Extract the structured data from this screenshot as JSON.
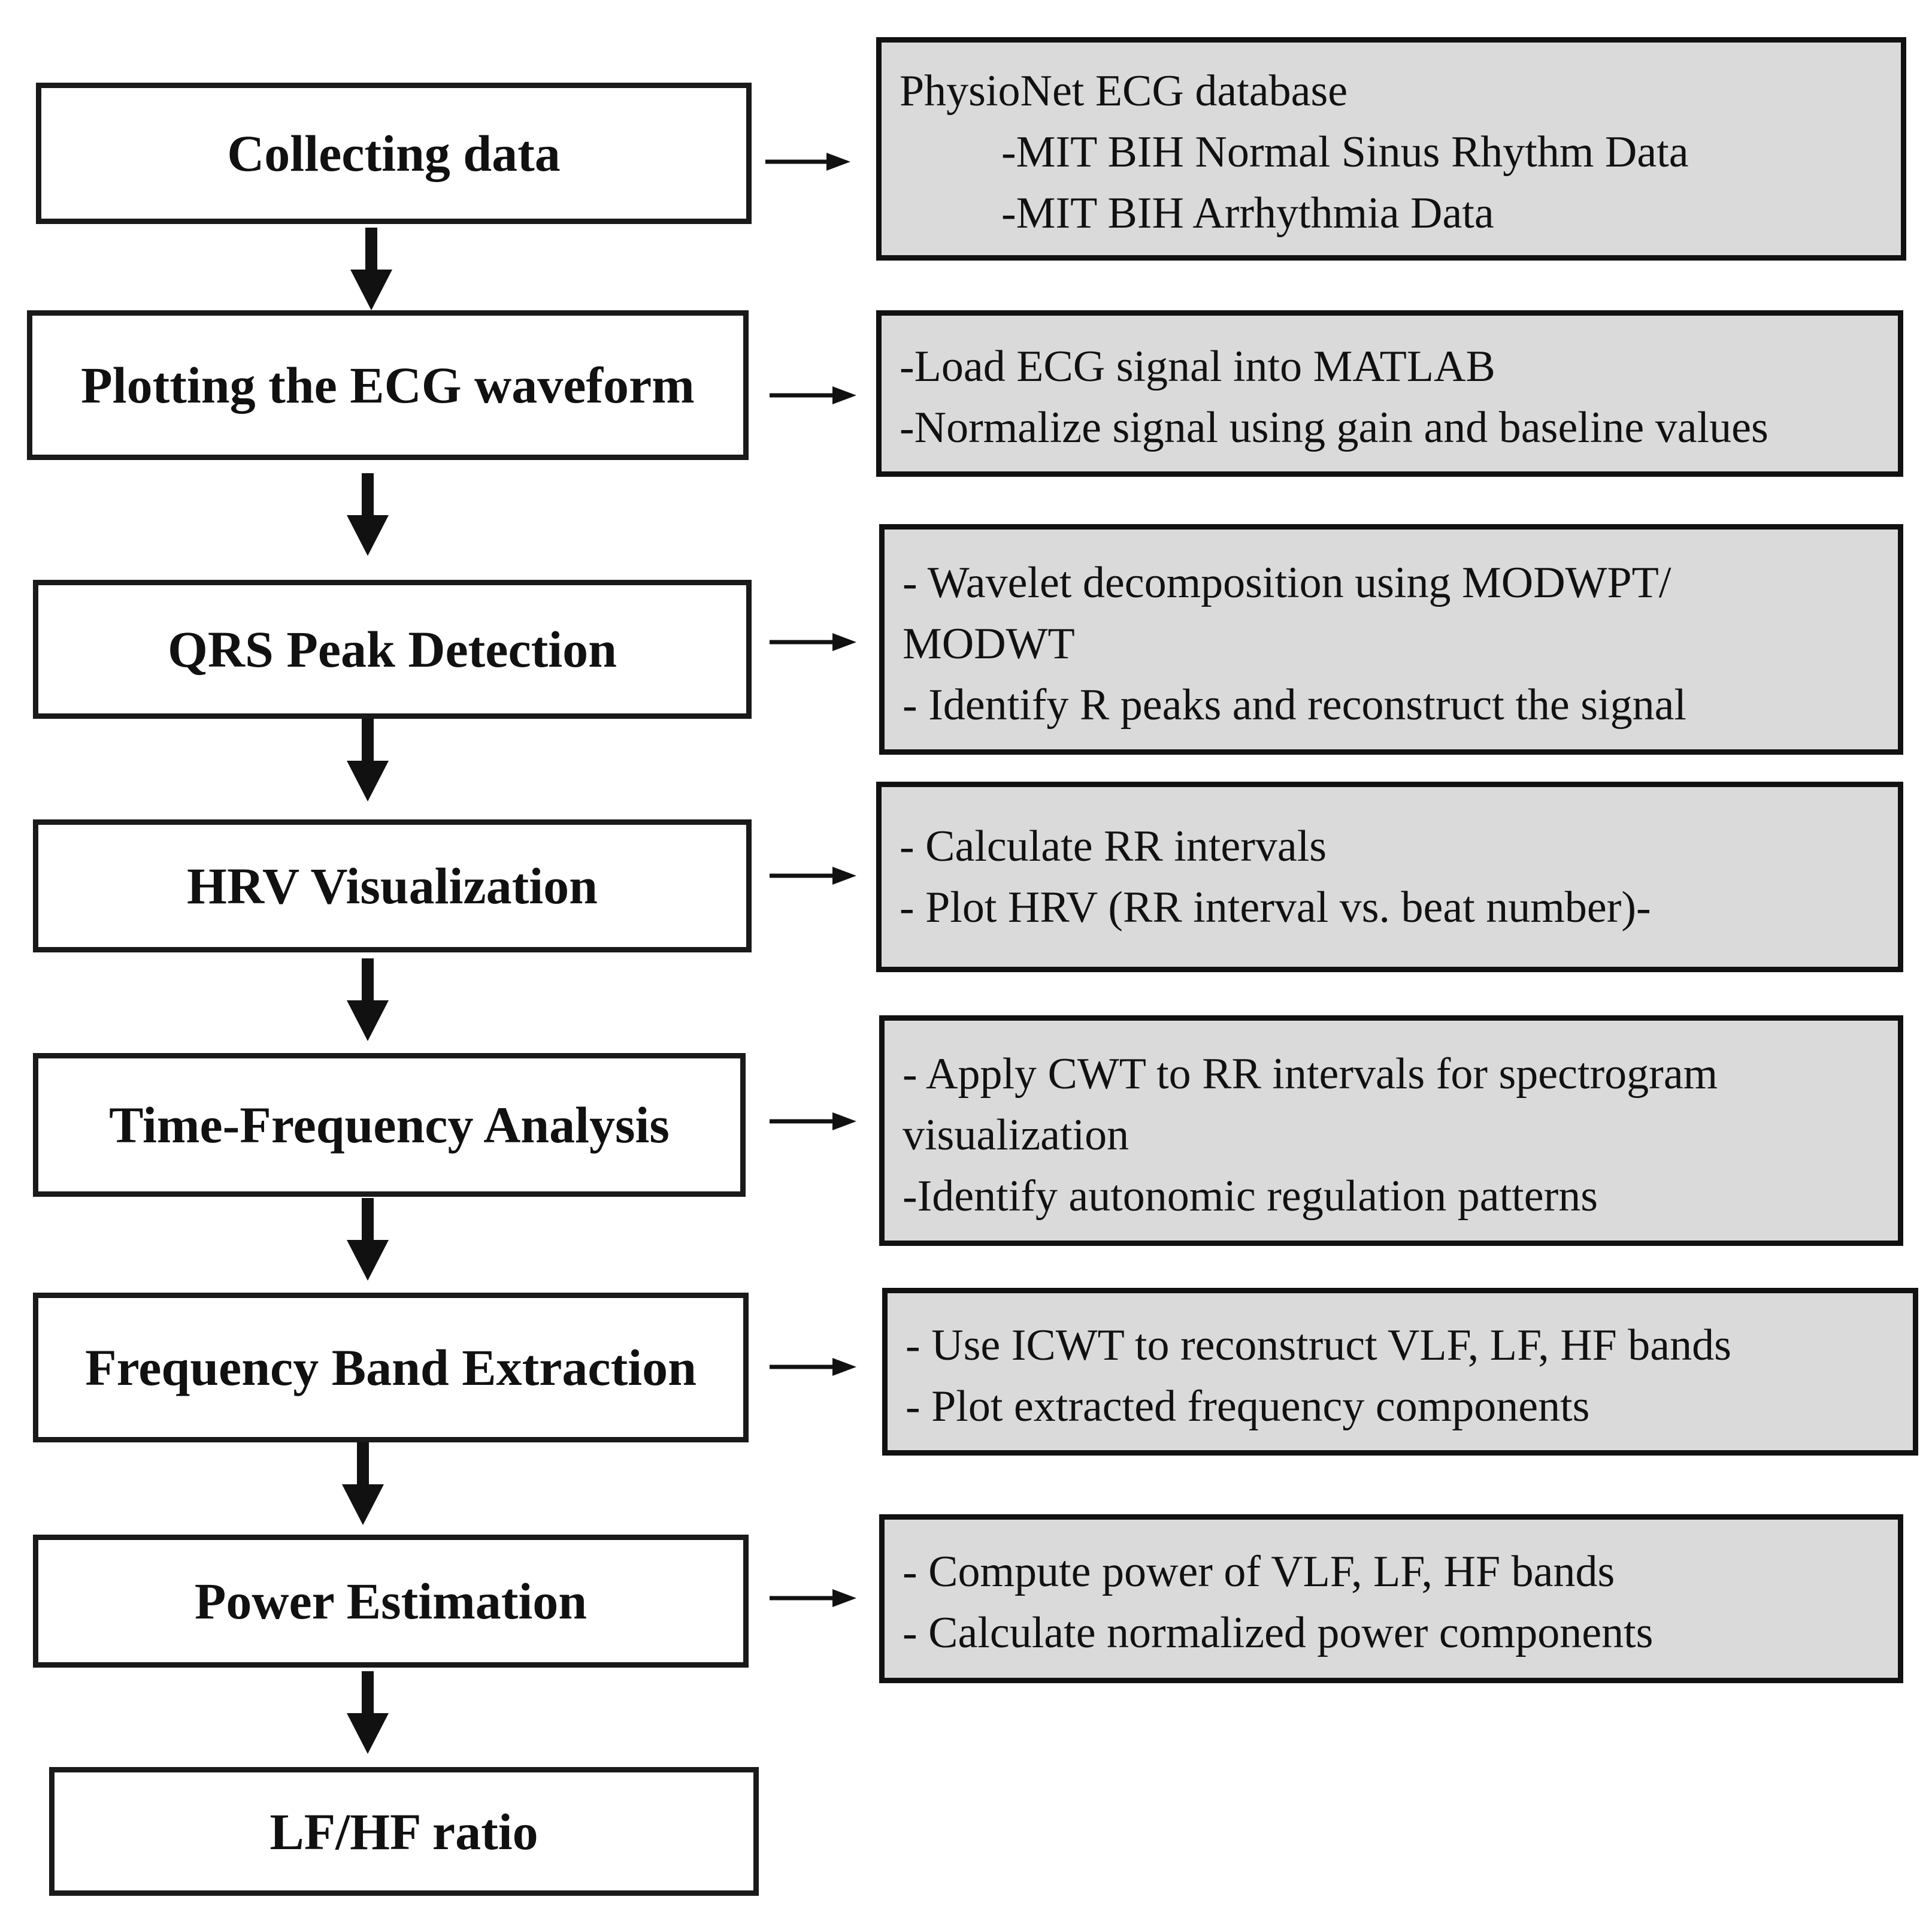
{
  "steps": [
    "Collecting data",
    "Plotting the ECG waveform",
    "QRS Peak Detection",
    "HRV Visualization",
    "Time-Frequency Analysis",
    "Frequency Band Extraction",
    "Power Estimation",
    "LF/HF ratio"
  ],
  "details": [
    {
      "lines": [
        "PhysioNet ECG database",
        "-MIT BIH Normal Sinus Rhythm Data",
        "-MIT BIH Arrhythmia Data"
      ]
    },
    {
      "lines": [
        "-Load ECG signal into MATLAB",
        "-Normalize signal using gain and baseline values"
      ]
    },
    {
      "lines": [
        "- Wavelet decomposition using MODWPT/",
        "MODWT",
        "- Identify R peaks and reconstruct the signal"
      ]
    },
    {
      "lines": [
        "- Calculate RR intervals",
        "- Plot HRV (RR interval vs. beat number)-"
      ]
    },
    {
      "lines": [
        "- Apply CWT to RR intervals for spectrogram",
        "visualization",
        "-Identify autonomic regulation patterns"
      ]
    },
    {
      "lines": [
        "- Use ICWT to reconstruct VLF, LF, HF bands",
        "- Plot extracted frequency components"
      ]
    },
    {
      "lines": [
        "- Compute power of VLF, LF, HF bands",
        "- Calculate normalized power components"
      ]
    }
  ],
  "colors": {
    "step_fill": "#ffffff",
    "detail_fill": "#dadada",
    "border": "#111111"
  }
}
